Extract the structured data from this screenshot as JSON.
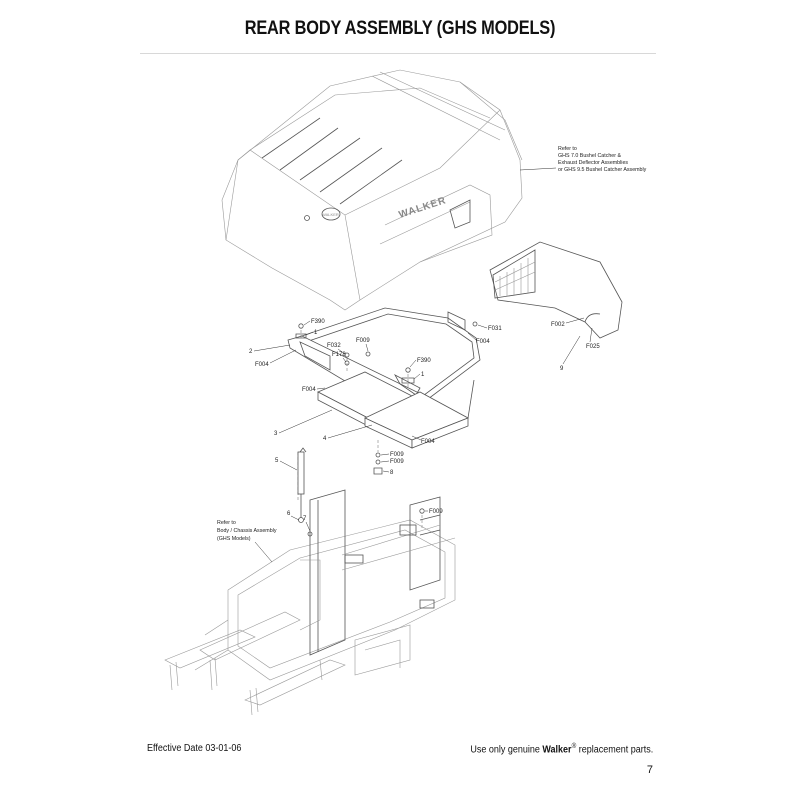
{
  "page": {
    "title": "REAR BODY ASSEMBLY (GHS MODELS)",
    "page_number": "7"
  },
  "notes": {
    "catcher_ref": [
      "Refer to",
      "GHS 7.0 Bushel Catcher &",
      "Exhaust Deflector Assemblies",
      "or GHS 9.5 Bushel Catcher Assembly"
    ],
    "chassis_ref": [
      "Refer to",
      "Body / Chassis Assembly",
      "(GHS Models)"
    ]
  },
  "callouts": {
    "f390_a": "F390",
    "n1_a": "1",
    "n2": "2",
    "f004_a": "F004",
    "f032": "F032",
    "f178": "F178",
    "f009_a": "F009",
    "f390_b": "F390",
    "n1_b": "1",
    "f004_b": "F004",
    "f031": "F031",
    "f004_c": "F004",
    "n3": "3",
    "n4": "4",
    "f004_d": "F004",
    "n5": "5",
    "f009_b": "F009",
    "f009_c": "F009",
    "n8": "8",
    "n6": "6",
    "n7": "7",
    "f009_d": "F009",
    "f002": "F002",
    "f025": "F025",
    "n9": "9"
  },
  "logo": {
    "brand_large": "WALKER",
    "brand_small": "WALKER"
  },
  "footer": {
    "effective_date": "Effective Date 03-01-06",
    "note_prefix": "Use only genuine",
    "brand": "Walker",
    "reg_mark": "®",
    "note_suffix": "replacement parts."
  }
}
